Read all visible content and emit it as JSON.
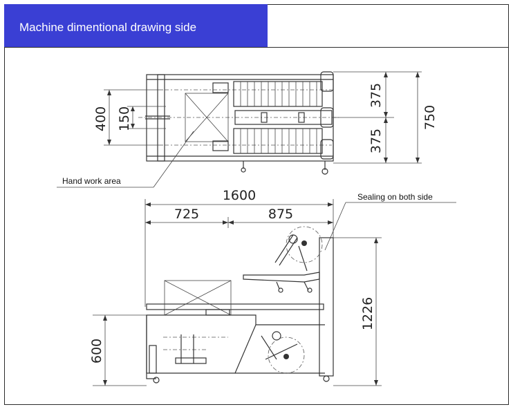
{
  "header": {
    "title": "Machine dimentional drawing side"
  },
  "top_view": {
    "dims": {
      "d400": "400",
      "d150": "150",
      "d375_top": "375",
      "d375_bottom": "375",
      "d750": "750"
    },
    "callout": "Hand work area"
  },
  "side_view": {
    "dims": {
      "d1600": "1600",
      "d725": "725",
      "d875": "875",
      "d1226": "1226",
      "d600": "600"
    },
    "callout": "Sealing on both side"
  }
}
